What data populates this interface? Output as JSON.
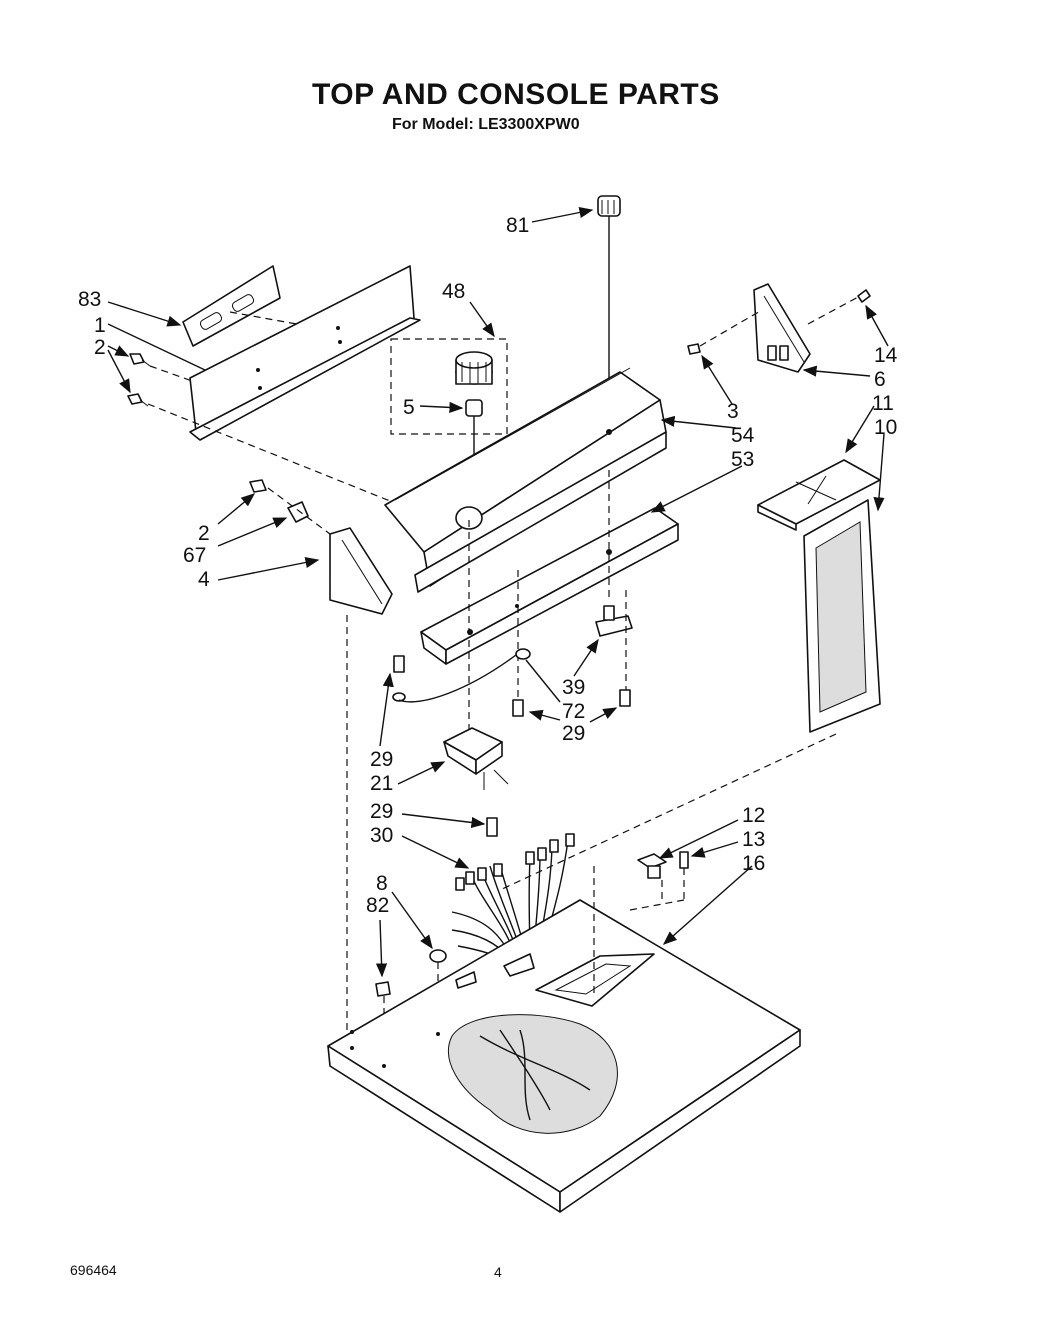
{
  "header": {
    "title": "TOP AND CONSOLE PARTS",
    "subtitle": "For Model: LE3300XPW0"
  },
  "footer": {
    "doc_number": "696464",
    "page_number": "4"
  },
  "callouts": [
    "81",
    "83",
    "1",
    "2",
    "48",
    "5",
    "14",
    "6",
    "3",
    "54",
    "53",
    "11",
    "10",
    "2",
    "67",
    "4",
    "39",
    "72",
    "29",
    "29",
    "21",
    "29",
    "30",
    "12",
    "13",
    "16",
    "8",
    "82"
  ]
}
